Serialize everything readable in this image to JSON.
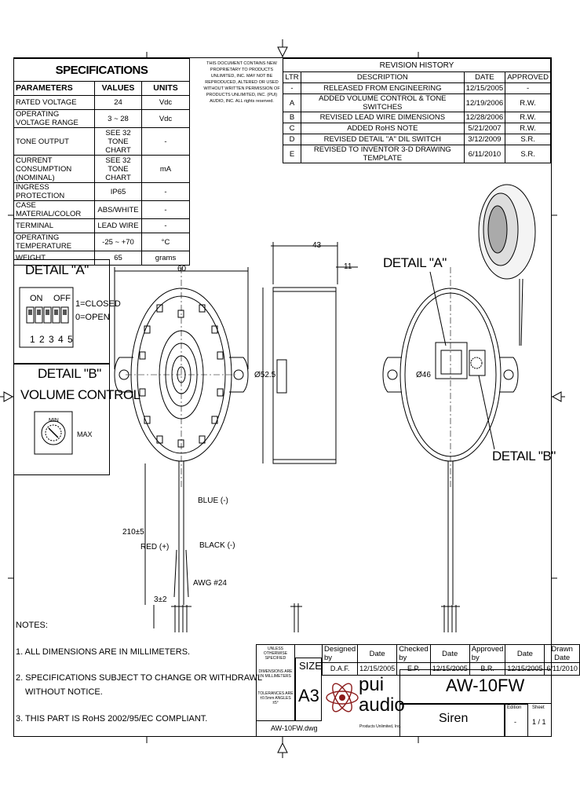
{
  "specs": {
    "title": "SPECIFICATIONS",
    "headers": [
      "PARAMETERS",
      "VALUES",
      "UNITS"
    ],
    "rows": [
      {
        "p": "RATED VOLTAGE",
        "v": "24",
        "u": "Vdc"
      },
      {
        "p": "OPERATING VOLTAGE RANGE",
        "v": "3 ~ 28",
        "u": "Vdc"
      },
      {
        "p": "TONE OUTPUT",
        "v": "SEE 32 TONE CHART",
        "u": "-"
      },
      {
        "p": "CURRENT CONSUMPTION (NOMINAL)",
        "v": "SEE 32 TONE CHART",
        "u": "mA"
      },
      {
        "p": "INGRESS PROTECTION",
        "v": "IP65",
        "u": "-"
      },
      {
        "p": "CASE MATERIAL/COLOR",
        "v": "ABS/WHITE",
        "u": "-"
      },
      {
        "p": "TERMINAL",
        "v": "LEAD WIRE",
        "u": "-"
      },
      {
        "p": "OPERATING TEMPERATURE",
        "v": "-25 ~ +70",
        "u": "°C"
      },
      {
        "p": "WEIGHT",
        "v": "65",
        "u": "grams"
      }
    ]
  },
  "proprietary": "THIS DOCUMENT CONTAINS NEW PROPRIETARY TO PRODUCTS UNLIMITED, INC. MAY NOT BE REPRODUCED, ALTERED OR USED WITHOUT WRITTEN PERMISSION OF PRODUCTS UNLIMITED, INC. (PUI) AUDIO, INC. ALL rights reserved.",
  "revision": {
    "title": "REVISION HISTORY",
    "headers": [
      "LTR",
      "DESCRIPTION",
      "DATE",
      "APPROVED"
    ],
    "rows": [
      {
        "l": "-",
        "d": "RELEASED FROM ENGINEERING",
        "dt": "12/15/2005",
        "a": "-"
      },
      {
        "l": "A",
        "d": "ADDED VOLUME CONTROL & TONE SWITCHES",
        "dt": "12/19/2006",
        "a": "R.W."
      },
      {
        "l": "B",
        "d": "REVISED LEAD WIRE DIMENSIONS",
        "dt": "12/28/2006",
        "a": "R.W."
      },
      {
        "l": "C",
        "d": "ADDED RoHS NOTE",
        "dt": "5/21/2007",
        "a": "R.W."
      },
      {
        "l": "D",
        "d": "REVISED DETAIL \"A\" DIL SWITCH",
        "dt": "3/12/2009",
        "a": "S.R."
      },
      {
        "l": "E",
        "d": "REVISED TO INVENTOR 3-D DRAWING TEMPLATE",
        "dt": "6/11/2010",
        "a": "S.R."
      }
    ]
  },
  "detail_a": {
    "title": "DETAIL \"A\"",
    "on": "ON",
    "off": "OFF",
    "digits": "1 2 3 4 5",
    "closed": "1=CLOSED",
    "open": "0=OPEN"
  },
  "detail_b": {
    "title1": "DETAIL \"B\"",
    "title2": "VOLUME CONTROL",
    "min": "MIN",
    "max": "MAX"
  },
  "dims": {
    "d60": "60",
    "d43": "43",
    "d11": "11",
    "d52": "Ø52.5",
    "d46": "Ø46",
    "d210": "210±5",
    "d3": "3±2",
    "awg": "AWG #24"
  },
  "wires": {
    "blue": "BLUE (-)",
    "red": "RED (+)",
    "black": "BLACK (-)"
  },
  "callouts": {
    "a": "DETAIL \"A\"",
    "b": "DETAIL \"B\""
  },
  "notes": {
    "title": "NOTES:",
    "n1": "1. ALL DIMENSIONS ARE IN MILLIMETERS.",
    "n2a": "2. SPECIFICATIONS SUBJECT TO CHANGE OR WITHDRAWL",
    "n2b": "WITHOUT NOTICE.",
    "n3": "3. THIS PART IS RoHS 2002/95/EC COMPLIANT."
  },
  "titleblock": {
    "unless": "UNLESS OTHERWISE SPECIFIED",
    "dims_in": "DIMENSIONS ARE IN MILLIMETERS",
    "tol": "TOLERANCES ARE ±0.5mm ANGLES ±5°",
    "size_label": "SIZE",
    "size": "A3",
    "h_designed": "Designed by",
    "h_date1": "Date",
    "h_checked": "Checked by",
    "h_date2": "Date",
    "h_approved": "Approved by",
    "h_date3": "Date",
    "h_drawn": "Drawn Date",
    "designed": "D.A.F.",
    "date1": "12/15/2005",
    "checked": "E.P.",
    "date2": "12/15/2005",
    "approved": "B.R.",
    "date3": "12/15/2005",
    "drawn": "6/11/2010",
    "logo1": "pui",
    "logo2": "audio",
    "logo_sub": "Products Unlimited, Inc.",
    "part": "AW-10FW",
    "desc": "Siren",
    "edition_label": "Edition",
    "edition": "-",
    "sheet_label": "Sheet",
    "sheet": "1 / 1",
    "file": "AW-10FW.dwg"
  }
}
